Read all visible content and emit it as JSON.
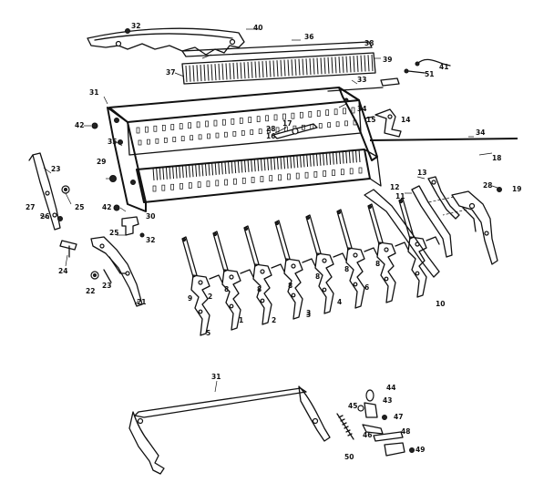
{
  "diagram": {
    "callouts": [
      {
        "id": "c32a",
        "text": "32"
      },
      {
        "id": "c40",
        "text": "40"
      },
      {
        "id": "c36",
        "text": "36"
      },
      {
        "id": "c39",
        "text": "39"
      },
      {
        "id": "c38",
        "text": "38"
      },
      {
        "id": "c41",
        "text": "41"
      },
      {
        "id": "c51",
        "text": "51"
      },
      {
        "id": "c37",
        "text": "37"
      },
      {
        "id": "c33",
        "text": "33"
      },
      {
        "id": "c31",
        "text": "31"
      },
      {
        "id": "c34a",
        "text": "34"
      },
      {
        "id": "c15",
        "text": "15"
      },
      {
        "id": "c14",
        "text": "14"
      },
      {
        "id": "c42a",
        "text": "42"
      },
      {
        "id": "c35",
        "text": "35"
      },
      {
        "id": "c17",
        "text": "17"
      },
      {
        "id": "c28a",
        "text": "28"
      },
      {
        "id": "c16",
        "text": "16"
      },
      {
        "id": "c34b",
        "text": "34"
      },
      {
        "id": "c18",
        "text": "18"
      },
      {
        "id": "c29",
        "text": "29"
      },
      {
        "id": "c23",
        "text": "23"
      },
      {
        "id": "c27",
        "text": "27"
      },
      {
        "id": "c25",
        "text": "25"
      },
      {
        "id": "c26",
        "text": "26"
      },
      {
        "id": "c42b",
        "text": "42"
      },
      {
        "id": "c30",
        "text": "30"
      },
      {
        "id": "c25b",
        "text": "25"
      },
      {
        "id": "c32b",
        "text": "32"
      },
      {
        "id": "c13",
        "text": "13"
      },
      {
        "id": "c12",
        "text": "12"
      },
      {
        "id": "c11",
        "text": "11"
      },
      {
        "id": "c28b",
        "text": "28"
      },
      {
        "id": "c19",
        "text": "19"
      },
      {
        "id": "c24",
        "text": "24"
      },
      {
        "id": "c22",
        "text": "22"
      },
      {
        "id": "c23b",
        "text": "23"
      },
      {
        "id": "c21",
        "text": "21"
      },
      {
        "id": "c9a",
        "text": "9"
      },
      {
        "id": "c2",
        "text": "2"
      },
      {
        "id": "c8a",
        "text": "8"
      },
      {
        "id": "c8b",
        "text": "8"
      },
      {
        "id": "c8c",
        "text": "8"
      },
      {
        "id": "c8d",
        "text": "8"
      },
      {
        "id": "c8e",
        "text": "8"
      },
      {
        "id": "c8f",
        "text": "8"
      },
      {
        "id": "c3",
        "text": "3"
      },
      {
        "id": "c4",
        "text": "4"
      },
      {
        "id": "c6",
        "text": "6"
      },
      {
        "id": "c10",
        "text": "10"
      },
      {
        "id": "c5",
        "text": "5"
      },
      {
        "id": "c1",
        "text": "1"
      },
      {
        "id": "c2b",
        "text": "2"
      },
      {
        "id": "c3b",
        "text": "3"
      },
      {
        "id": "c31b",
        "text": "31"
      },
      {
        "id": "c44",
        "text": "44"
      },
      {
        "id": "c43",
        "text": "43"
      },
      {
        "id": "c45",
        "text": "45"
      },
      {
        "id": "c47",
        "text": "47"
      },
      {
        "id": "c46",
        "text": "46"
      },
      {
        "id": "c48",
        "text": "48"
      },
      {
        "id": "c49",
        "text": "49"
      },
      {
        "id": "c50",
        "text": "50"
      }
    ]
  }
}
